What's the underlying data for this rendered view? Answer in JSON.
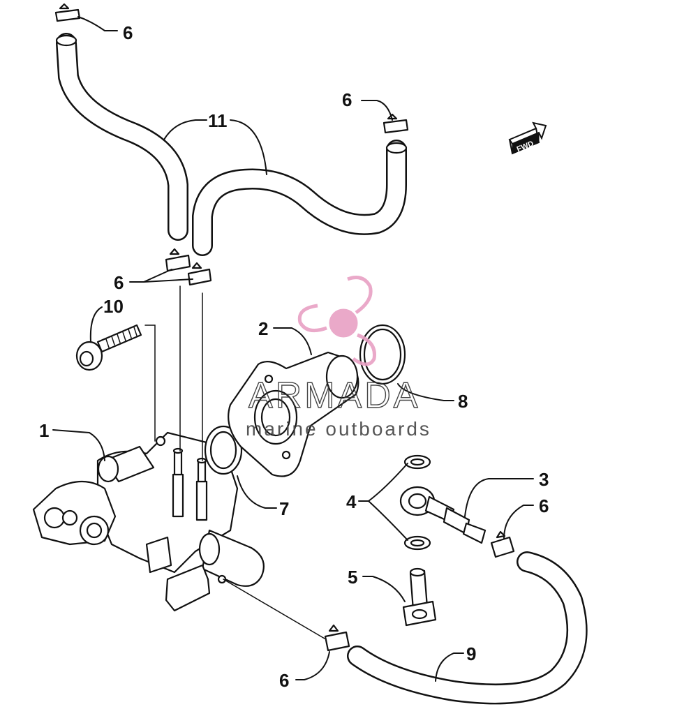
{
  "diagram": {
    "callouts": {
      "c1": "1",
      "c2": "2",
      "c3": "3",
      "c4": "4",
      "c5": "5",
      "c6a": "6",
      "c6b": "6",
      "c6c": "6",
      "c6d": "6",
      "c6e": "6",
      "c7": "7",
      "c8": "8",
      "c9": "9",
      "c10": "10",
      "c11": "11"
    },
    "fwd_label": "FWD"
  },
  "watermark": {
    "brand": "ARMADA",
    "tagline": "marine outboards",
    "logo_color": "#e8a0c4"
  }
}
